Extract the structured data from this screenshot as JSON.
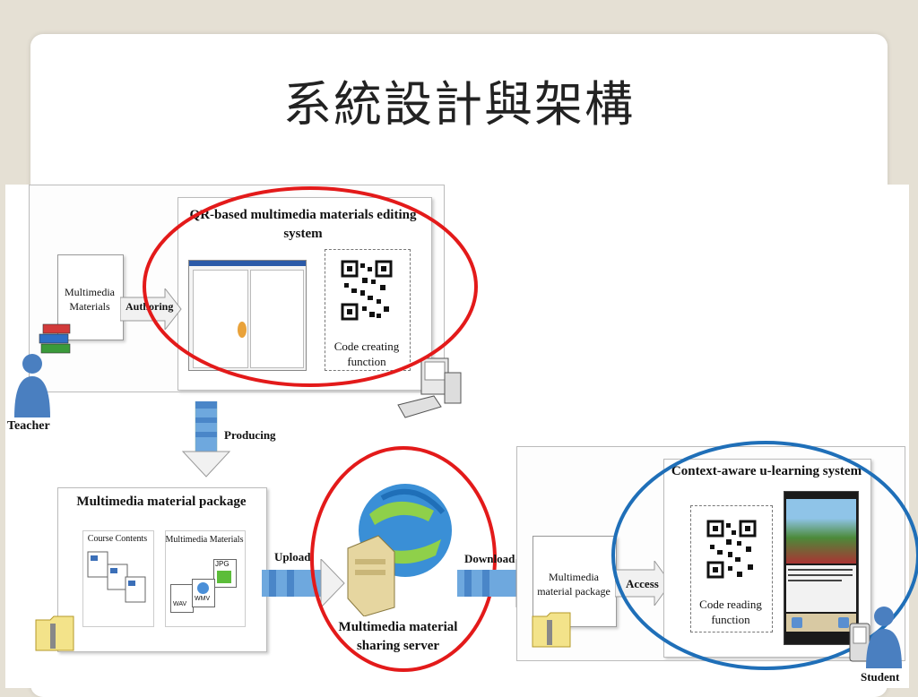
{
  "slide": {
    "title": "系統設計與架構"
  },
  "diagram": {
    "top_section": {
      "multimedia_materials": "Multimedia\nMaterials",
      "authoring": "Authoring",
      "editing_system_title": "QR-based multimedia materials editing system",
      "code_creating": "Code creating function",
      "teacher": "Teacher",
      "producing": "Producing"
    },
    "package": {
      "title": "Multimedia material package",
      "course_contents": "Course Contents",
      "multimedia_materials": "Multimedia Materials",
      "jpg": "JPG",
      "wav": "WAV",
      "wmv": "WMV"
    },
    "upload": "Upload",
    "server": "Multimedia material sharing server",
    "download": "Download",
    "student_side": {
      "package": "Multimedia material package",
      "access": "Access",
      "system_title": "Context-aware u-learning system",
      "code_reading": "Code reading function",
      "student": "Student"
    }
  },
  "colors": {
    "red_ellipse": "#e31a1a",
    "blue_ellipse": "#1f6fb8",
    "arrow_blue": "#6ea8de"
  }
}
